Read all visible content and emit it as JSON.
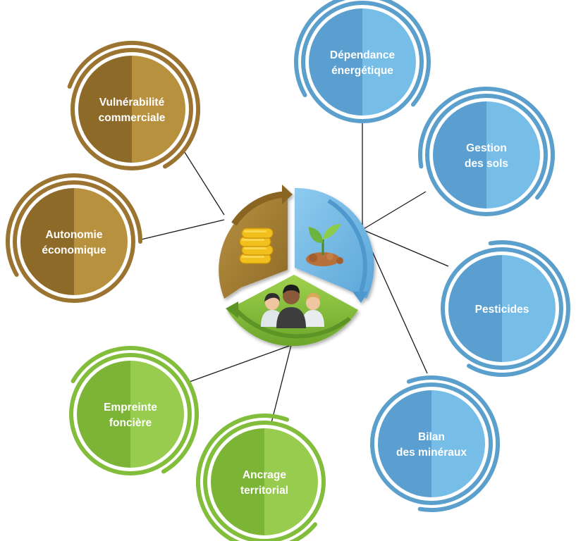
{
  "colors": {
    "brown": "#a57c33",
    "blue": "#6cb4e0",
    "green": "#8cc43f"
  },
  "nodes": [
    {
      "id": "vulnerabilite-commerciale",
      "group": "brown",
      "lines": [
        "Vulnérabilité",
        "commerciale"
      ]
    },
    {
      "id": "autonomie-economique",
      "group": "brown",
      "lines": [
        "Autonomie",
        "économique"
      ]
    },
    {
      "id": "dependance-energetique",
      "group": "blue",
      "lines": [
        "Dépendance",
        "énergétique"
      ]
    },
    {
      "id": "gestion-des-sols",
      "group": "blue",
      "lines": [
        "Gestion",
        "des sols"
      ]
    },
    {
      "id": "pesticides",
      "group": "blue",
      "lines": [
        "Pesticides"
      ]
    },
    {
      "id": "bilan-des-mineraux",
      "group": "blue",
      "lines": [
        "Bilan",
        "des minéraux"
      ]
    },
    {
      "id": "empreinte-fonciere",
      "group": "green",
      "lines": [
        "Empreinte",
        "foncière"
      ]
    },
    {
      "id": "ancrage-territorial",
      "group": "green",
      "lines": [
        "Ancrage",
        "territorial"
      ]
    }
  ],
  "center": {
    "segments": [
      {
        "group": "brown",
        "icon": "coins-icon"
      },
      {
        "group": "blue",
        "icon": "seedling-icon"
      },
      {
        "group": "green",
        "icon": "people-icon"
      }
    ]
  }
}
